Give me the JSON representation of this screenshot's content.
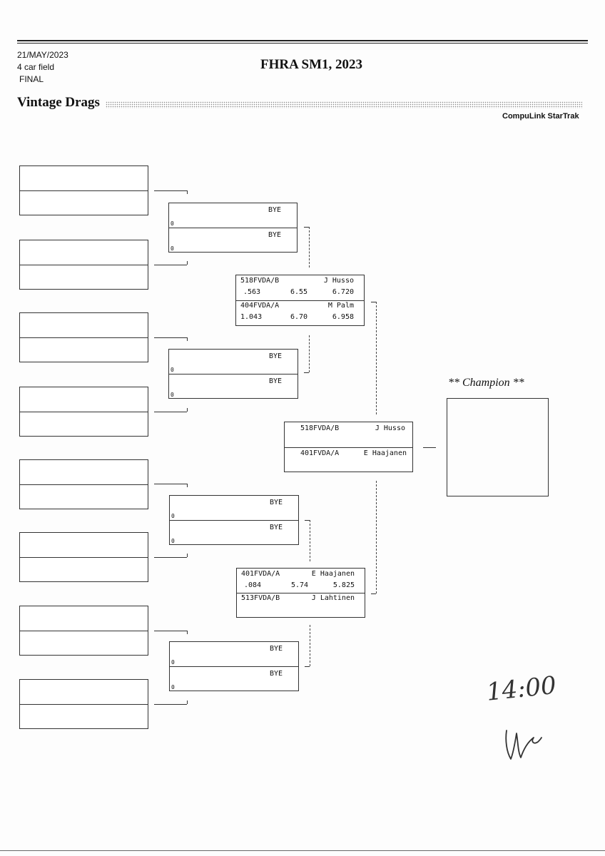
{
  "header": {
    "date": "21/MAY/2023",
    "field": "4 car field",
    "round": "FINAL",
    "title": "FHRA SM1, 2023",
    "section": "Vintage Drags",
    "brand": "CompuLink StarTrak"
  },
  "round2": {
    "bye_label": "BYE",
    "bye_zero": "0"
  },
  "semifinals": [
    {
      "top": {
        "car": "518FVDA/B",
        "driver": "J Husso",
        "rt": ".563",
        "et": "6.55",
        "time": "6.720"
      },
      "bottom": {
        "car": "404FVDA/A",
        "driver": "M Palm",
        "rt": "1.043",
        "et": "6.70",
        "time": "6.958"
      }
    },
    {
      "top": {
        "car": "401FVDA/A",
        "driver": "E Haajanen",
        "rt": ".084",
        "et": "5.74",
        "time": "5.825"
      },
      "bottom": {
        "car": "513FVDA/B",
        "driver": "J Lahtinen",
        "rt": "",
        "et": "",
        "time": ""
      }
    }
  ],
  "final": {
    "top": {
      "car": "518FVDA/B",
      "driver": "J Husso"
    },
    "bottom": {
      "car": "401FVDA/A",
      "driver": "E Haajanen"
    }
  },
  "champion": {
    "title": "** Champion **"
  },
  "handwriting": {
    "time": "14:00"
  }
}
